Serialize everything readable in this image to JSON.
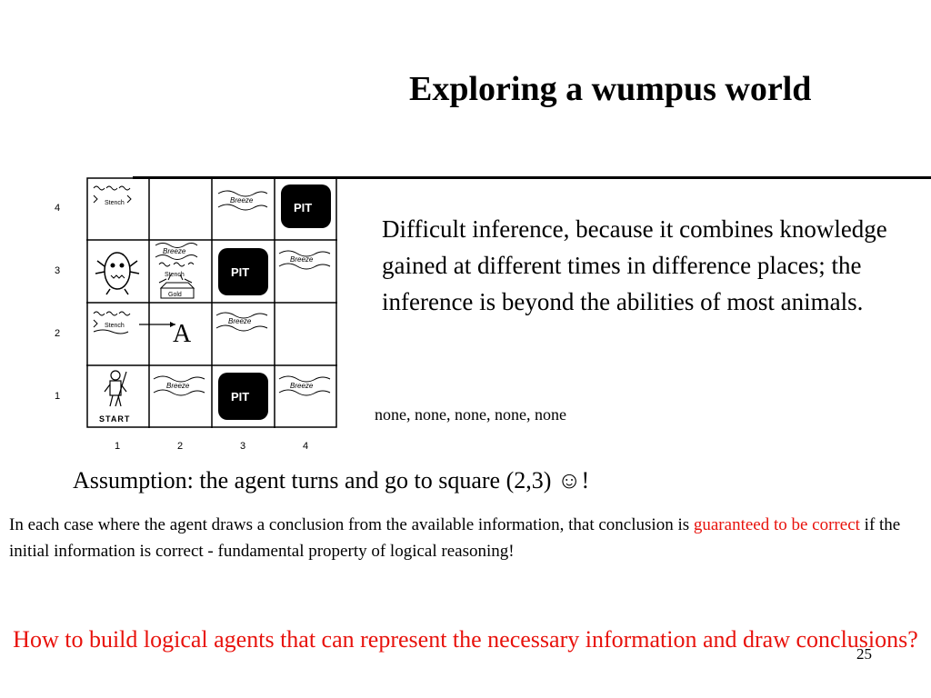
{
  "slide": {
    "title": "Exploring a wumpus world",
    "page_number": "25"
  },
  "grid": {
    "row_labels": [
      "4",
      "3",
      "2",
      "1"
    ],
    "col_labels": [
      "1",
      "2",
      "3",
      "4"
    ],
    "breeze": "Breeze",
    "stench": "Stench",
    "pit": "PIT",
    "gold": "Gold",
    "start": "START",
    "agent_marker": "A"
  },
  "text": {
    "inference": "Difficult inference, because it combines knowledge gained at different times in difference places; the inference is beyond the abilities of most animals.",
    "percepts": "none, none, none, none, none",
    "assumption": "Assumption: the agent turns and go to square (2,3) ☺!",
    "conclusion_part1": "In each case where the agent draws a conclusion from the available information, that conclusion is ",
    "conclusion_highlight": "guaranteed to be correct",
    "conclusion_part2": " if the initial information is correct - fundamental property of logical reasoning!",
    "question": "How to build logical agents that can represent the necessary information and draw conclusions?"
  },
  "colors": {
    "highlight": "#e8120c",
    "pit_fill": "#000000"
  }
}
